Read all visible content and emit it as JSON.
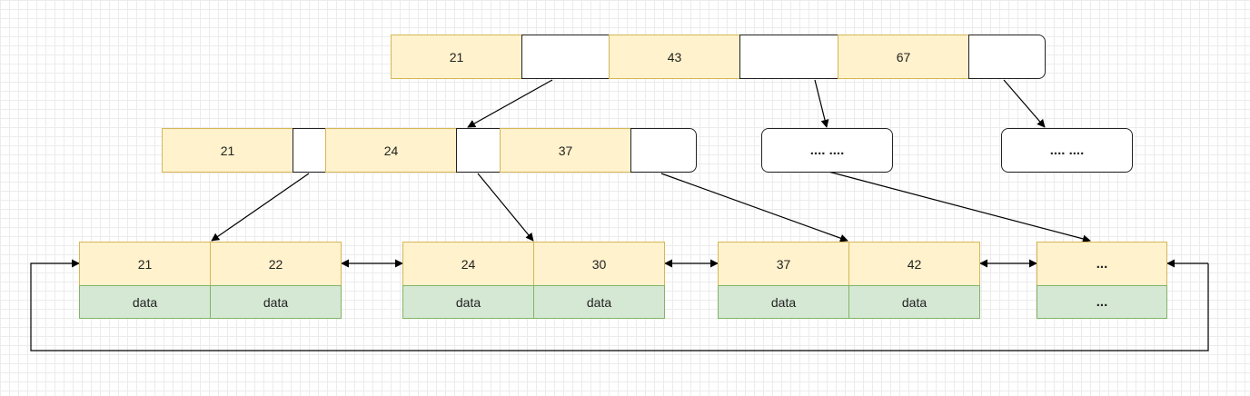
{
  "root": {
    "keys": [
      "21",
      "43",
      "67"
    ]
  },
  "internal": {
    "keys": [
      "21",
      "24",
      "37"
    ]
  },
  "siblings": [
    ".... ....",
    ".... ...."
  ],
  "leaves": [
    {
      "keys": [
        "21",
        "22"
      ],
      "data": [
        "data",
        "data"
      ]
    },
    {
      "keys": [
        "24",
        "30"
      ],
      "data": [
        "data",
        "data"
      ]
    },
    {
      "keys": [
        "37",
        "42"
      ],
      "data": [
        "data",
        "data"
      ]
    },
    {
      "keys": [
        "..."
      ],
      "data": [
        "..."
      ]
    }
  ]
}
